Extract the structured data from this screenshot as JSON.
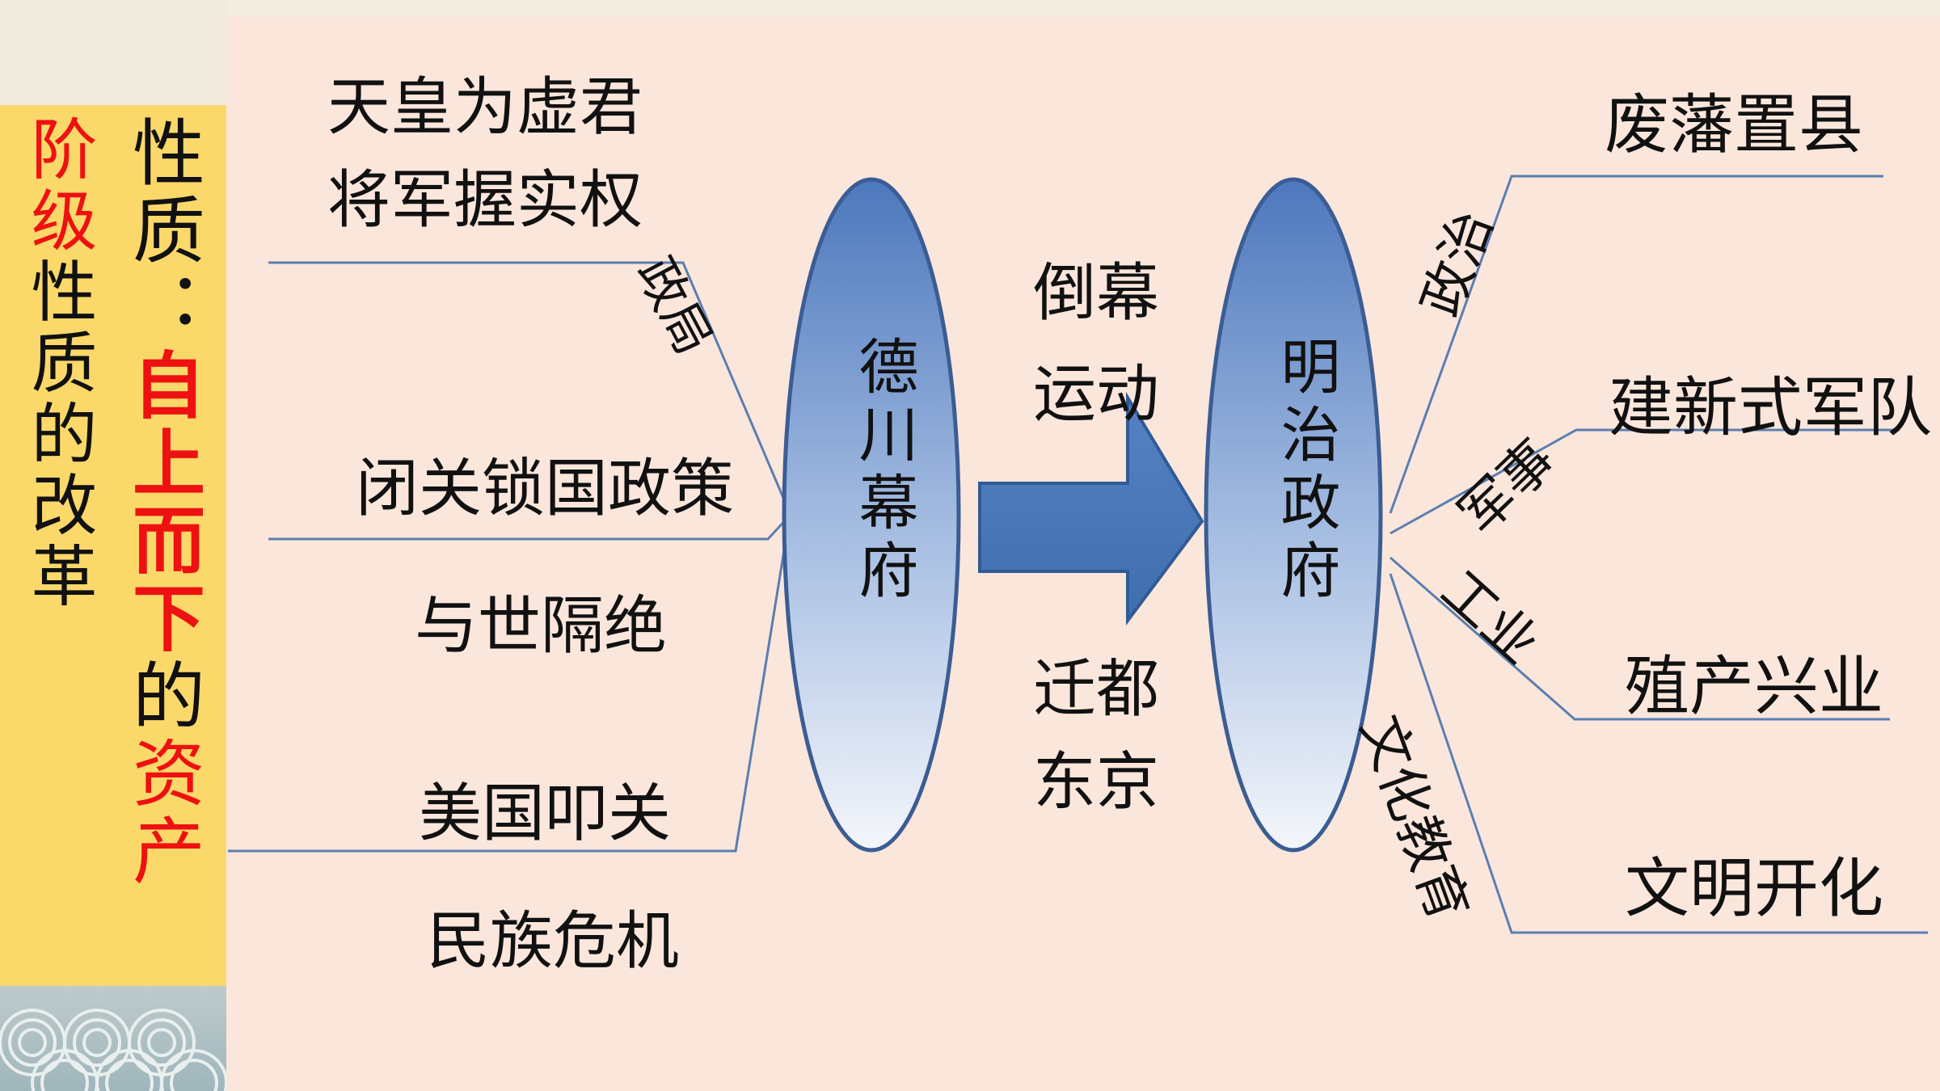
{
  "colors": {
    "line": "#5b7fae",
    "oval_fill_top": "#4f7bc0",
    "oval_fill_bottom": "#f2f5fb",
    "arrow": "#4a79b8",
    "panel": "#fbd86a",
    "red": "#ee1111",
    "canvas": "#fbe6dc"
  },
  "sidebar": {
    "col1": {
      "red": "阶级",
      "black": "性质的改革"
    },
    "col2": {
      "black": "性质：",
      "red": "自上而下",
      "black2": "的",
      "red2": "资产"
    }
  },
  "left": {
    "top_text_1": "天皇为虚君",
    "top_text_2": "将军握实权",
    "branch_politics": "政局",
    "mid_text_1": "闭关锁国政策",
    "mid_text_2": "与世隔绝",
    "bottom_text_1": "美国叩关",
    "bottom_text_2": "民族危机"
  },
  "center": {
    "oval_left": "德川幕府",
    "oval_right": "明治政府",
    "arrow_top_1": "倒幕",
    "arrow_top_2": "运动",
    "arrow_bottom_1": "迁都",
    "arrow_bottom_2": "东京"
  },
  "right": {
    "branch_1": "政治",
    "branch_2": "军事",
    "branch_3": "工业",
    "branch_4": "文化教育",
    "item_1": "废藩置县",
    "item_2": "建新式军队",
    "item_3": "殖产兴业",
    "item_4": "文明开化"
  }
}
